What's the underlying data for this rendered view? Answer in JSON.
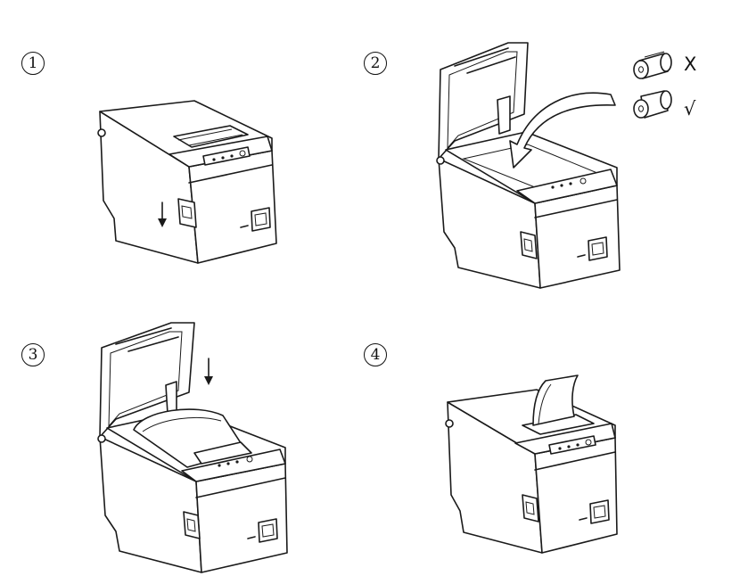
{
  "steps": [
    {
      "number": "1"
    },
    {
      "number": "2"
    },
    {
      "number": "3"
    },
    {
      "number": "4"
    }
  ],
  "roll_orientation": {
    "wrong_mark": "X",
    "correct_mark": "√"
  },
  "icons": [
    "printer-closed",
    "printer-open-lid",
    "paper-roll",
    "curved-arrow",
    "down-arrow",
    "paper-out"
  ]
}
